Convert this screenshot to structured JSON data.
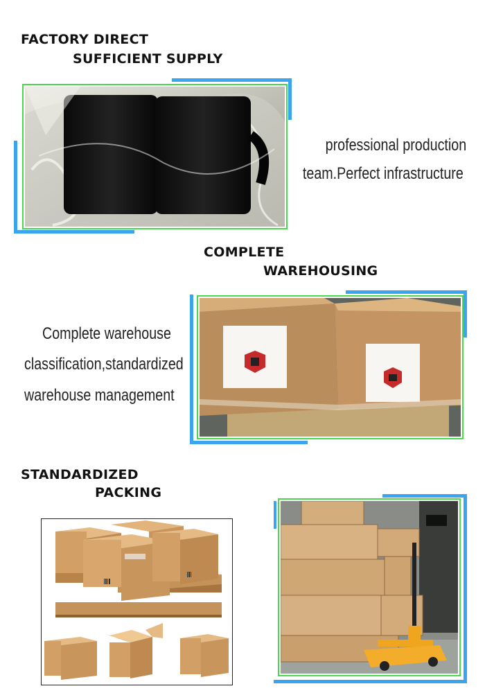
{
  "section1": {
    "heading_line1": "FACTORY DIRECT",
    "heading_line2": "SUFFICIENT SUPPLY",
    "caption_line1": "professional production",
    "caption_line2": "team.Perfect infrastructure",
    "image_subject": "two black mugs wrapped in plastic"
  },
  "section2": {
    "heading_line1": "COMPLETE",
    "heading_line2": "WAREHOUSING",
    "caption_line1": "Complete warehouse",
    "caption_line2": "classification,standardized",
    "caption_line3": "warehouse management",
    "image_subject": "cardboard shipping boxes with logo labels"
  },
  "section3": {
    "heading_line1": "STANDARDIZED",
    "heading_line2": "PACKING",
    "illustration_subject": "stacked cardboard boxes on pallets",
    "image_subject": "boxes stacked on a pallet jack in a warehouse"
  },
  "colors": {
    "frame_blue": "#3aa5ee",
    "frame_green": "#4cd84c",
    "cardboard": "#c9935a"
  }
}
